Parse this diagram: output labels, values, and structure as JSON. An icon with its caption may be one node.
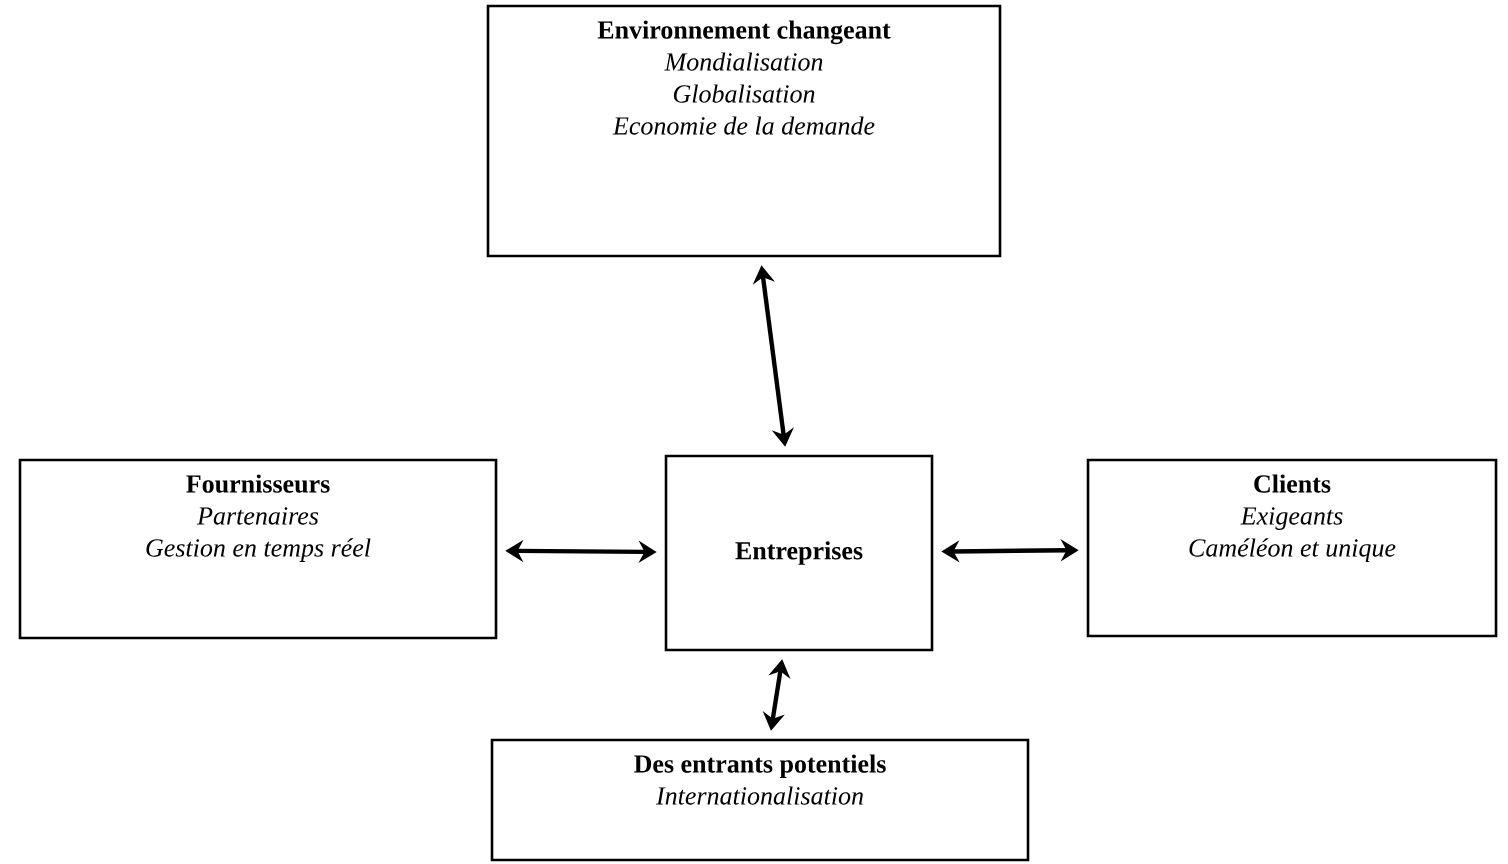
{
  "diagram": {
    "nodes": [
      {
        "text": [
          "Environnement changeant",
          "Mondialisation",
          "Globalisation",
          "Economie de la demande"
        ]
      },
      {
        "text": [
          "Fournisseurs",
          "Partenaires",
          "Gestion en temps réel"
        ]
      },
      {
        "text": [
          "Entreprises"
        ]
      },
      {
        "text": [
          "Clients",
          "Exigeants",
          "Caméléon et unique"
        ]
      },
      {
        "text": [
          "Des entrants potentiels",
          "Internationalisation"
        ]
      }
    ],
    "edges": [
      {
        "from": 2,
        "to": 0,
        "arrow": "both"
      },
      {
        "from": 1,
        "to": 2,
        "arrow": "both"
      },
      {
        "from": 2,
        "to": 3,
        "arrow": "both"
      },
      {
        "from": 2,
        "to": 4,
        "arrow": "both"
      }
    ]
  }
}
